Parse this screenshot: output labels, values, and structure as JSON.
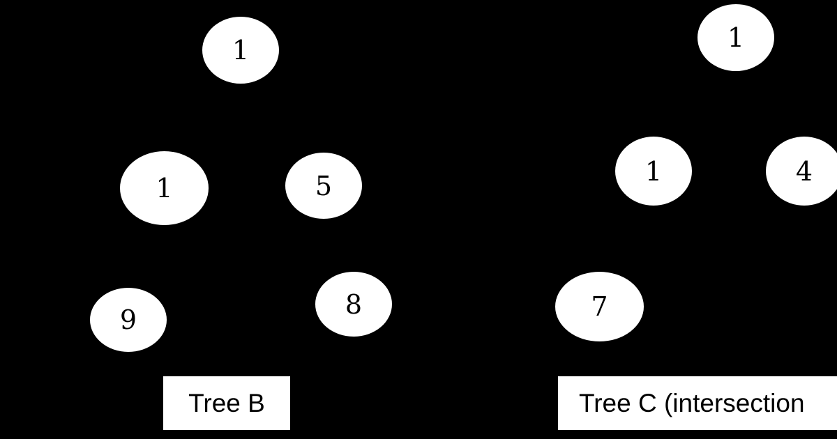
{
  "background_color": "#000000",
  "node_color": "#ffffff",
  "tree_b": {
    "caption": "Tree B",
    "nodes": {
      "root": "1",
      "left": "1",
      "right": "5",
      "left_left": "9",
      "right_right": "8"
    }
  },
  "tree_c": {
    "caption": "Tree C (intersection",
    "nodes": {
      "root": "1",
      "left": "1",
      "right": "4",
      "left_left": "7"
    }
  }
}
